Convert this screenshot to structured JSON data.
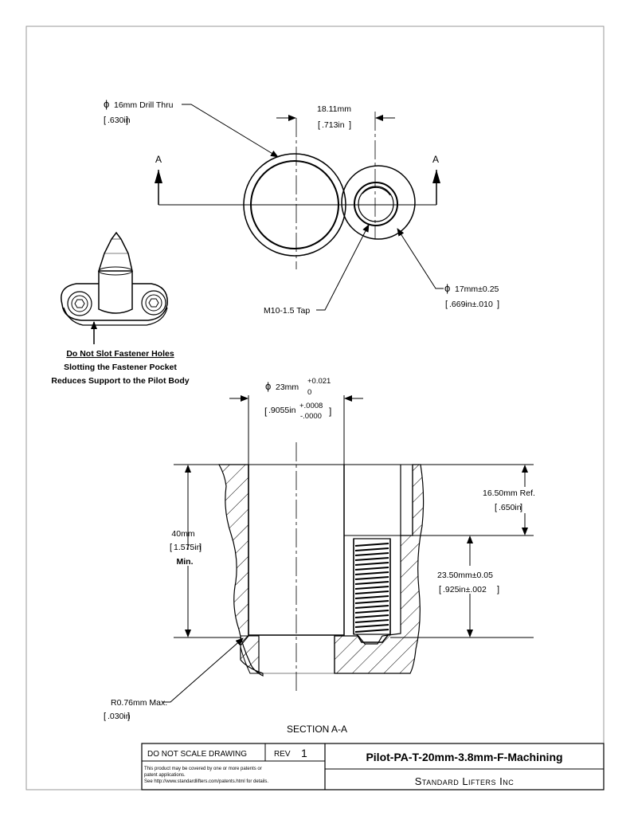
{
  "top_view": {
    "drill": {
      "line1": "16mm Drill Thru",
      "line2": ".630in"
    },
    "center_distance": {
      "line1": "18.11mm",
      "line2": ".713in"
    },
    "section_marker": "A",
    "tap": "M10-1.5 Tap",
    "boss_diameter": {
      "line1": "17mm±0.25",
      "line2": ".669in±.010"
    }
  },
  "note": {
    "line1": "Do Not Slot Fastener Holes",
    "line2": "Slotting the Fastener Pocket",
    "line3": "Reduces Support to the Pilot Body"
  },
  "section_view": {
    "bore": {
      "value": "23mm",
      "tol_plus": "+0.021",
      "tol_minus": "0",
      "inch": ".9055in",
      "inch_plus": "+.0008",
      "inch_minus": "-.0000"
    },
    "height": {
      "line1": "40mm",
      "line2": "1.575in",
      "line3": "Min."
    },
    "ref_depth": {
      "line1": "16.50mm Ref.",
      "line2": ".650in"
    },
    "thread_depth": {
      "line1": "23.50mm±0.05",
      "line2": ".925in±.002"
    },
    "radius": {
      "line1": "R0.76mm Max.",
      "line2": ".030in"
    },
    "title": "SECTION A-A"
  },
  "title_block": {
    "scale_note": "DO NOT SCALE DRAWING",
    "rev_label": "REV",
    "rev_value": "1",
    "part_number": "Pilot-PA-T-20mm-3.8mm-F-Machining",
    "patent_line1": "This product may be covered by one or more patents or",
    "patent_line2": "patent applications.",
    "patent_line3": "See http://www.standardlifters.com/patents.html for details.",
    "company": "Standard Lifters Inc"
  }
}
